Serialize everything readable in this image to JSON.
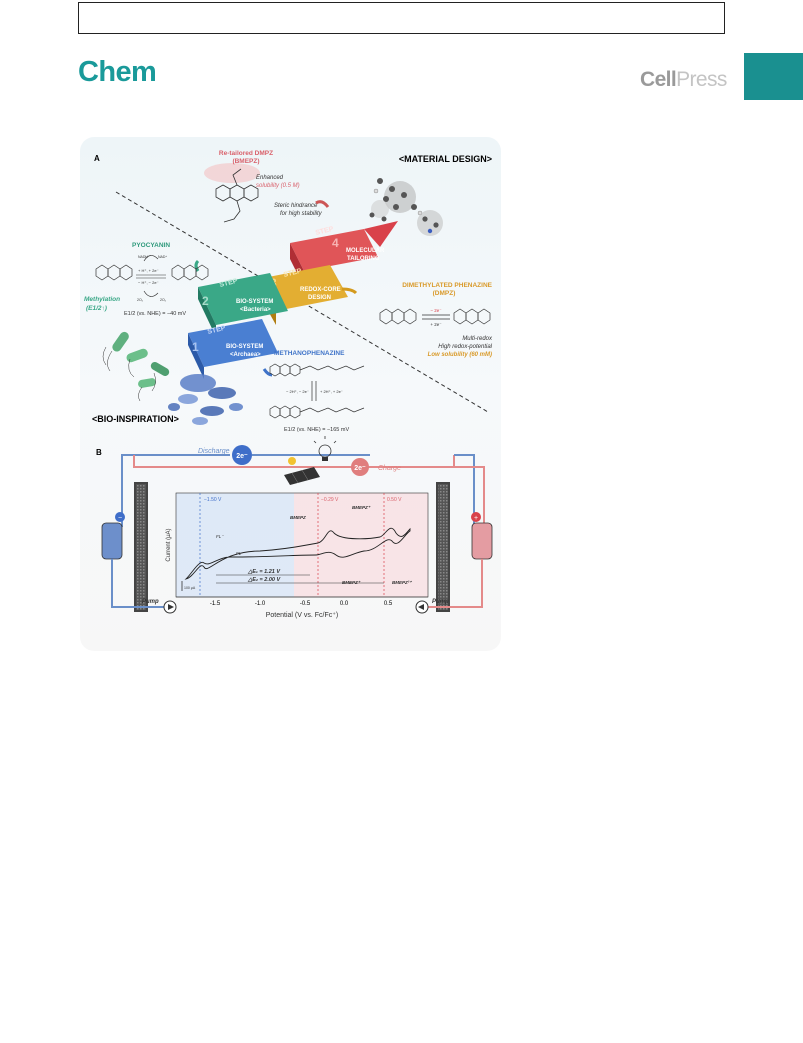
{
  "header": {
    "journal": "Chem",
    "publisher_bold": "Cell",
    "publisher_light": "Press"
  },
  "panel_a": {
    "label": "A",
    "material_design": "<MATERIAL DESIGN>",
    "bio_inspiration": "<BIO-INSPIRATION>",
    "bmepz_title_1": "Re-tailored DMPZ",
    "bmepz_title_2": "(BMEPZ)",
    "enhanced": "Enhanced",
    "solubility": "solubility (0.5 M)",
    "steric_1": "Steric hindrance",
    "steric_2": "for high stability",
    "pyocyanin": "PYOCYANIN",
    "methylation": "Methylation",
    "e12_label": "(E1/2↑)",
    "pyo_e12": "E1/2 (vs. NHE) = −40 mV",
    "dmpz_title_1": "DIMETHYLATED PHENAZINE",
    "dmpz_title_2": "(DMPZ)",
    "dmpz_note_1": "Multi-redox",
    "dmpz_note_2": "High redox-potential",
    "dmpz_note_3": "Low solubility (60 mM)",
    "methanophenazine": "METHANOPHENAZINE",
    "mpz_e12": "E1/2 (vs. NHE) = −165 mV",
    "rxn_nadh": "NADH",
    "rxn_nad": "NAD⁺",
    "rxn_top": "+ H⁺, + 2e⁻",
    "rxn_bottom": "− H⁺, − 2e⁻",
    "rxn_o2": "2O₂",
    "dmpz_minus": "− 2e⁻",
    "dmpz_plus": "+ 2e⁻",
    "mpz_left": "− 2H⁺, − 2e⁻",
    "mpz_right": "+ 2H⁺, + 2e⁻",
    "steps": [
      {
        "num": "1",
        "word": "STEP",
        "line1": "BIO-SYSTEM",
        "line2": "<Archaea>"
      },
      {
        "num": "2",
        "word": "STEP",
        "line1": "BIO-SYSTEM",
        "line2": "<Bacteria>"
      },
      {
        "num": "3",
        "word": "STEP",
        "line1": "REDOX-CORE",
        "line2": "DESIGN"
      },
      {
        "num": "4",
        "word": "STEP",
        "line1": "MOLECULAR",
        "line2": "TAILORING"
      }
    ]
  },
  "panel_b": {
    "label": "B",
    "discharge": "Discharge",
    "charge": "Charge",
    "electron": "2e⁻",
    "pump": "Pump",
    "xlabel": "Potential (V vs. Fc/Fc⁺)",
    "ylabel": "Current (μA)",
    "scale": "100 μA",
    "v1": "−1.50 V",
    "v2": "−0.29 V",
    "v3": "0.50 V",
    "de1": "△E₁ = 1.21 V",
    "de2": "△E₂ = 2.00 V",
    "species": [
      "FL⁻",
      "FL",
      "BMEPZ",
      "BMEPZ⁺",
      "BMEPZ⁺",
      "BMEPZ²⁺"
    ],
    "x_ticks": [
      "-1.5",
      "-1.0",
      "-0.5",
      "0.0",
      "0.5"
    ]
  },
  "colors": {
    "teal": "#1a9a9a",
    "blue_step": "#3f73c8",
    "green_step": "#2f9a7c",
    "orange_step": "#d49a1d",
    "red_step": "#d9414a",
    "pink_text": "#d9606a",
    "orange_text": "#d99a2a"
  }
}
